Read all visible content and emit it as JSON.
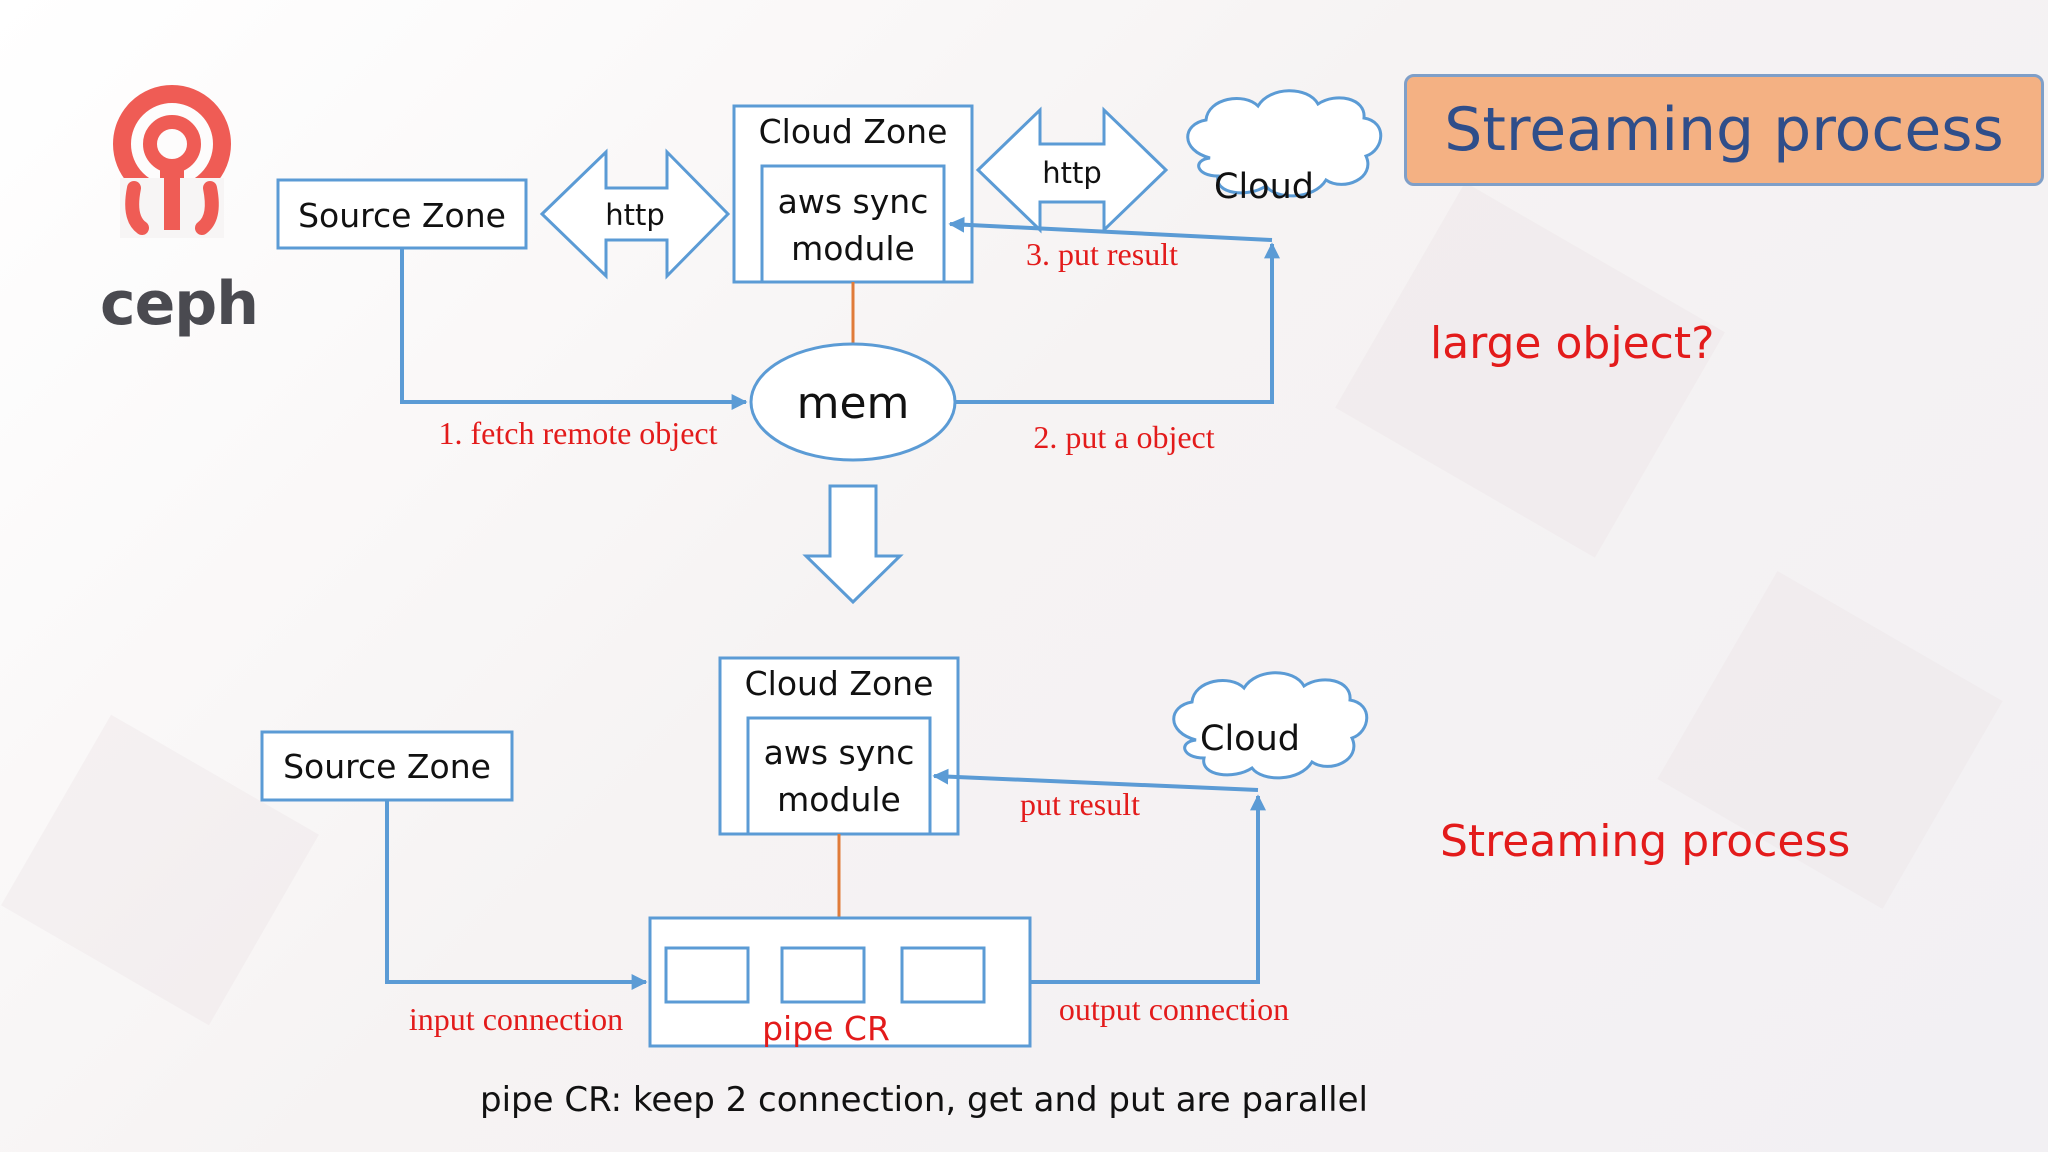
{
  "logo": {
    "text": "ceph"
  },
  "badge": {
    "title": "Streaming process"
  },
  "notes": {
    "question": "large object?",
    "streaming": "Streaming process"
  },
  "top": {
    "source_zone": "Source Zone",
    "http1": "http",
    "cloud_zone": "Cloud Zone",
    "aws_line1": "aws sync",
    "aws_line2": "module",
    "http2": "http",
    "cloud": "Cloud",
    "mem": "mem",
    "step1": "1. fetch remote object",
    "step2": "2. put a object",
    "step3": "3. put result"
  },
  "bottom": {
    "source_zone": "Source Zone",
    "cloud_zone": "Cloud Zone",
    "aws_line1": "aws sync",
    "aws_line2": "module",
    "cloud": "Cloud",
    "put_result": "put result",
    "input_conn": "input connection",
    "output_conn": "output connection",
    "pipe": "pipe CR"
  },
  "caption": "pipe CR: keep 2 connection, get and put are  parallel",
  "colors": {
    "blue": "#5b9bd5",
    "orange": "#e07b39",
    "red": "#e31b1b",
    "badge_fill": "#f4b183",
    "badge_text": "#2f4e8a",
    "logo_red": "#ef5c55"
  }
}
